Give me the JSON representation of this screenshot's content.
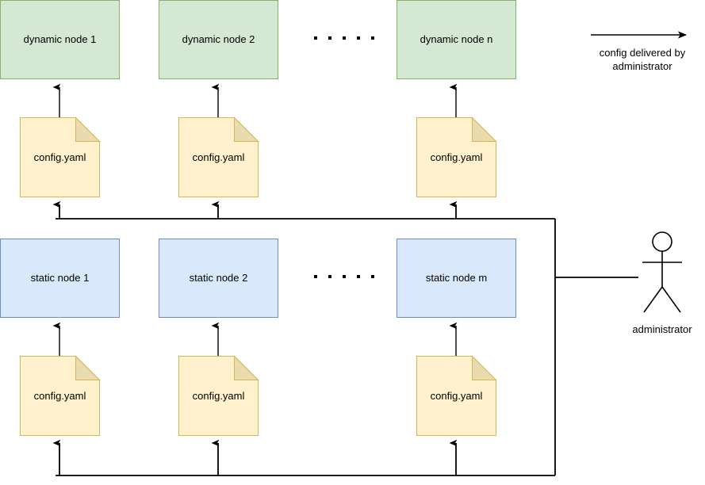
{
  "diagram": {
    "title": "config delivered by administrator",
    "colors": {
      "dynamic_fill": "#d5e8d4",
      "dynamic_stroke": "#82b366",
      "static_fill": "#dae8fc",
      "static_stroke": "#6c8ebf",
      "note_fill": "#fff2cc",
      "note_stroke": "#d6b656",
      "note_fold_fill": "#e8dcae",
      "edge_stroke": "#000000",
      "background": "#ffffff"
    }
  },
  "dynamic_nodes": [
    {
      "label": "dynamic node 1"
    },
    {
      "label": "dynamic node 2"
    },
    {
      "label": "dynamic node n"
    }
  ],
  "static_nodes": [
    {
      "label": "static node 1"
    },
    {
      "label": "static node 2"
    },
    {
      "label": "static node m"
    }
  ],
  "dynamic_configs": [
    {
      "label": "config.yaml"
    },
    {
      "label": "config.yaml"
    },
    {
      "label": "config.yaml"
    }
  ],
  "static_configs": [
    {
      "label": "config.yaml"
    },
    {
      "label": "config.yaml"
    },
    {
      "label": "config.yaml"
    }
  ],
  "legend": {
    "caption_line1": "config delivered by",
    "caption_line2": "administrator",
    "arrow_icon": "right-arrow-icon"
  },
  "actor": {
    "label": "administrator",
    "icon": "stick-figure-icon"
  },
  "ellipsis": {
    "dot_count": 5,
    "glyph": "·"
  }
}
